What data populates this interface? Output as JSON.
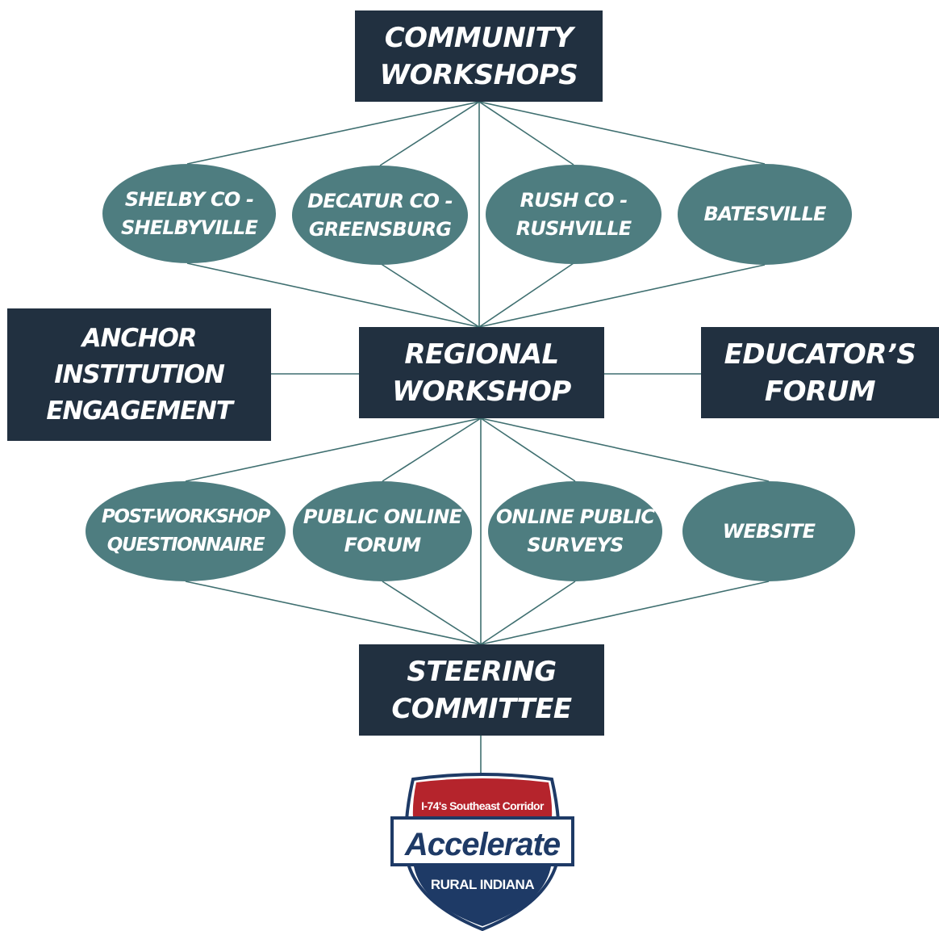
{
  "top": {
    "lines": [
      "COMMUNITY",
      "WORKSHOPS"
    ]
  },
  "community_ovals": [
    {
      "lines": [
        "SHELBY CO -",
        "SHELBYVILLE"
      ]
    },
    {
      "lines": [
        "DECATUR CO -",
        "GREENSBURG"
      ]
    },
    {
      "lines": [
        "RUSH CO -",
        "RUSHVILLE"
      ]
    },
    {
      "lines": [
        "BATESVILLE"
      ]
    }
  ],
  "middle": {
    "anchor": {
      "lines": [
        "ANCHOR",
        "INSTITUTION",
        "ENGAGEMENT"
      ]
    },
    "regional": {
      "lines": [
        "REGIONAL",
        "WORKSHOP"
      ]
    },
    "educator": {
      "lines": [
        "EDUCATOR’S",
        "FORUM"
      ]
    }
  },
  "outreach_ovals": [
    {
      "lines": [
        "POST-WORKSHOP",
        "QUESTIONNAIRE"
      ]
    },
    {
      "lines": [
        "PUBLIC ONLINE",
        "FORUM"
      ]
    },
    {
      "lines": [
        "ONLINE PUBLIC",
        "SURVEYS"
      ]
    },
    {
      "lines": [
        "WEBSITE"
      ]
    }
  ],
  "bottom": {
    "lines": [
      "STEERING",
      "COMMITTEE"
    ]
  },
  "logo": {
    "top_text": "I-74's Southeast Corridor",
    "main_text": "Accelerate",
    "bottom_text": "RURAL INDIANA"
  },
  "colors": {
    "box_fill": "#213040",
    "oval_fill": "#4e7d80",
    "connector": "#3f6f70",
    "text": "#ffffff",
    "shield_red": "#b5242c",
    "shield_blue": "#1e3a66"
  }
}
